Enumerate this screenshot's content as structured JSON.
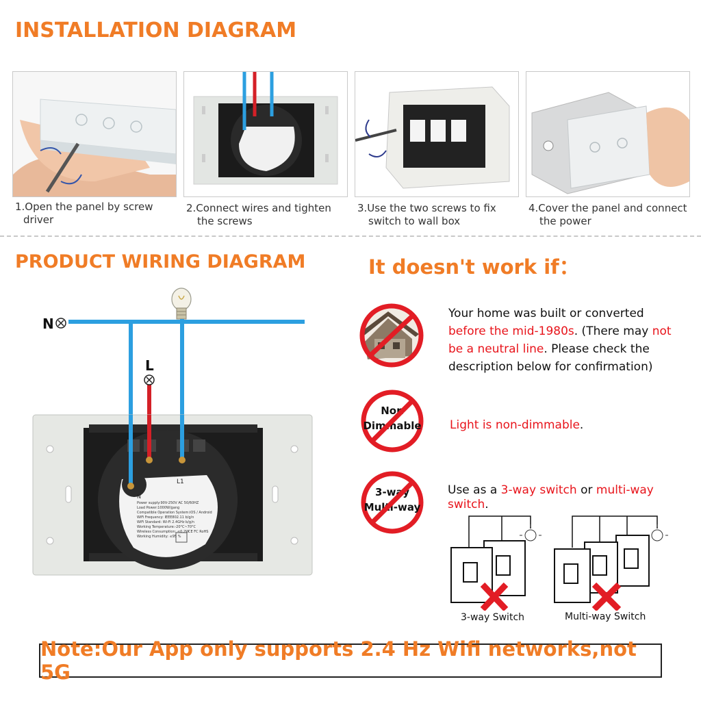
{
  "installation": {
    "title": "INSTALLATION DIAGRAM",
    "steps": [
      {
        "line1": "1.Open the panel by screw",
        "line2": "driver"
      },
      {
        "line1": "2.Connect wires and tighten",
        "line2": "the screws"
      },
      {
        "line1": "3.Use the two screws to fix",
        "line2": "switch to wall box"
      },
      {
        "line1": "4.Cover the panel and connect",
        "line2": "the power"
      }
    ]
  },
  "wiring": {
    "title": "PRODUCT WIRING DIAGRAM",
    "neutral_label": "N",
    "live_label": "L",
    "terminal_n": "N",
    "terminal_l1": "L1",
    "spec_lines": [
      "Power supply:90V-250V AC  50/60HZ",
      "Load Power:1000W/gang",
      "Compatible Operation System:iOS / Android",
      "WiFi Frequency: IEEE802.11 b/g/n",
      "WiFi Standard: Wi-Fi 2.4GHz b/g/n",
      "Working Temperature:-20°C~70°C",
      "Wireless Consumption: ≤0.2W",
      "Working Humidity: ≤95 %"
    ],
    "cert_marks": "CE FC RoHS"
  },
  "conditions": {
    "title": "It doesn't work if：",
    "items": [
      {
        "icon": "house-prohibited-icon",
        "parts": [
          {
            "text": "Your home was built or converted ",
            "red": false
          },
          {
            "text": "before the mid-1980s",
            "red": true
          },
          {
            "text": ". (There may ",
            "red": false
          },
          {
            "text": "not be a neutral line",
            "red": true
          },
          {
            "text": ". Please check the description below for confirmation)",
            "red": false
          }
        ]
      },
      {
        "icon": "non-dimmable-prohibited-icon",
        "sign_line1": "Non",
        "sign_line2": "Dimmable",
        "parts": [
          {
            "text": "Light is non-dimmable",
            "red": true
          },
          {
            "text": ".",
            "red": false
          }
        ]
      },
      {
        "icon": "multi-way-prohibited-icon",
        "sign_line1": "3-way",
        "sign_line2": "Multi-way",
        "parts": [
          {
            "text": "Use as a ",
            "red": false
          },
          {
            "text": "3-way switch",
            "red": true
          },
          {
            "text": " or ",
            "red": false
          },
          {
            "text": "multi-way switch",
            "red": true
          },
          {
            "text": ".",
            "red": false
          }
        ]
      }
    ],
    "three_way_label": "3-way Switch",
    "multi_way_label": "Multi-way Switch"
  },
  "note": "Note:Our App only supports 2.4 Hz Wifi networks,not 5G",
  "colors": {
    "title_orange": "#f07c26",
    "wire_blue": "#2c9fe0",
    "wire_red": "#d42027",
    "prohibit_red": "#e21d25"
  }
}
